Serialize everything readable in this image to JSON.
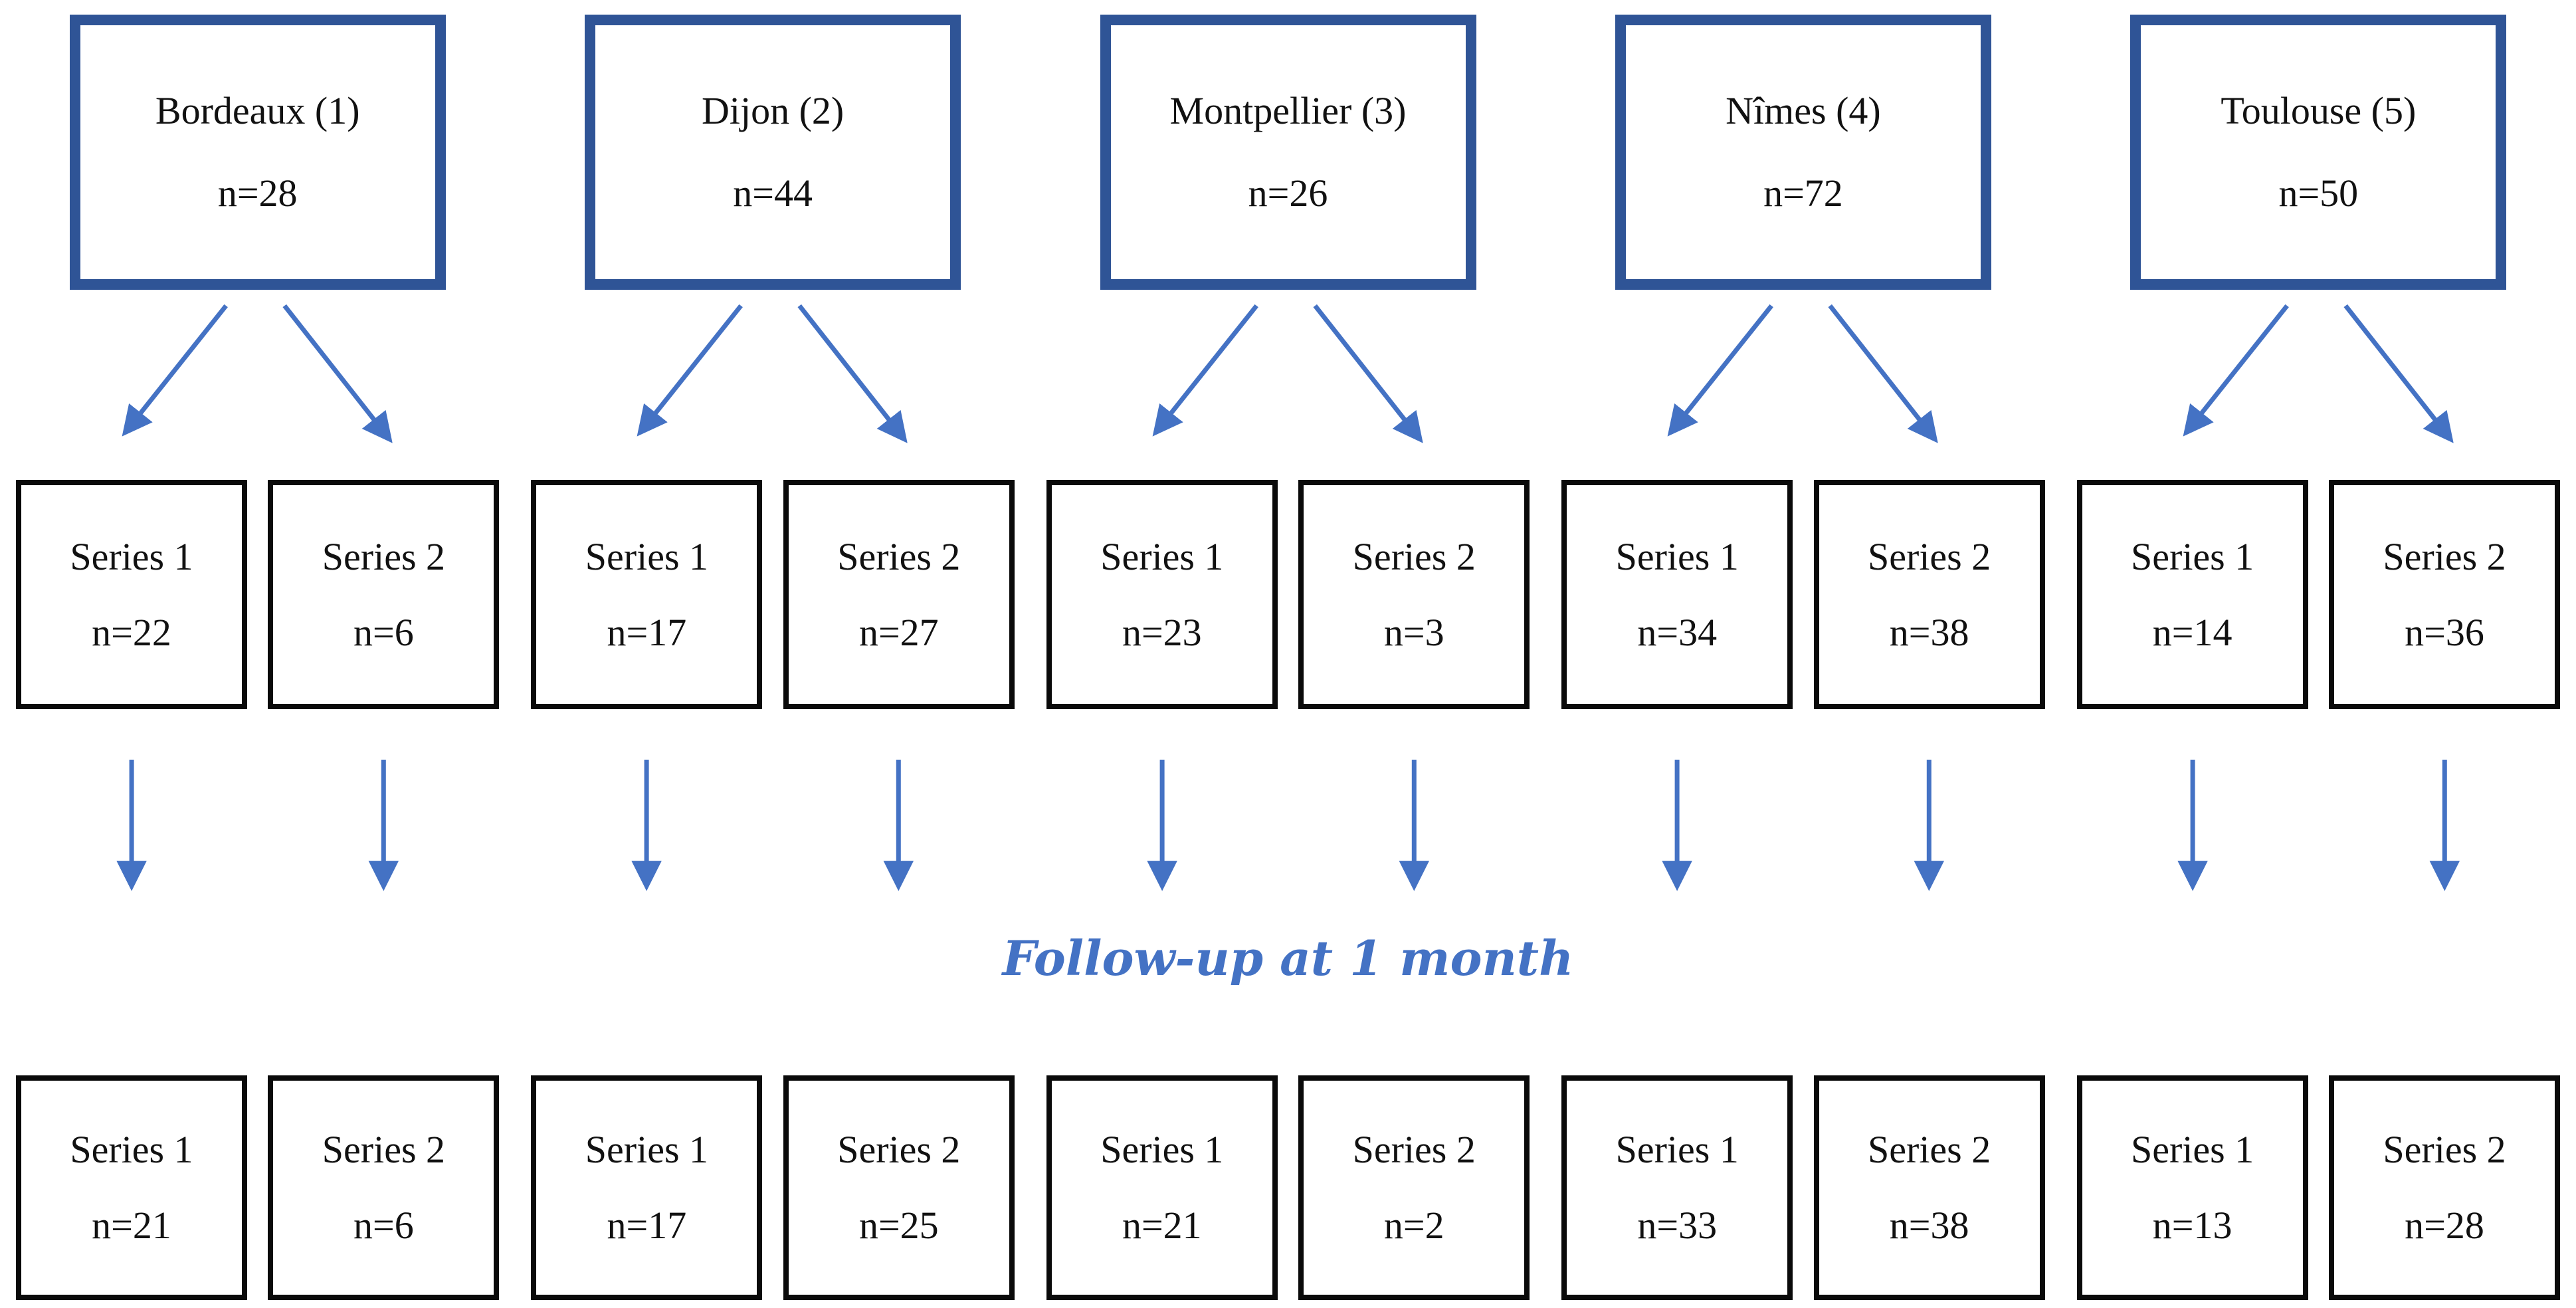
{
  "diagram": {
    "followup_label": "Follow-up at 1 month",
    "centers": [
      {
        "name": "Bordeaux (1)",
        "n": "n=28",
        "series": [
          {
            "label": "Series 1",
            "n": "n=22"
          },
          {
            "label": "Series 2",
            "n": "n=6"
          }
        ],
        "followup": [
          {
            "label": "Series 1",
            "n": "n=21"
          },
          {
            "label": "Series 2",
            "n": "n=6"
          }
        ]
      },
      {
        "name": "Dijon (2)",
        "n": "n=44",
        "series": [
          {
            "label": "Series 1",
            "n": "n=17"
          },
          {
            "label": "Series 2",
            "n": "n=27"
          }
        ],
        "followup": [
          {
            "label": "Series 1",
            "n": "n=17"
          },
          {
            "label": "Series 2",
            "n": "n=25"
          }
        ]
      },
      {
        "name": "Montpellier (3)",
        "n": "n=26",
        "series": [
          {
            "label": "Series 1",
            "n": "n=23"
          },
          {
            "label": "Series 2",
            "n": "n=3"
          }
        ],
        "followup": [
          {
            "label": "Series 1",
            "n": "n=21"
          },
          {
            "label": "Series 2",
            "n": "n=2"
          }
        ]
      },
      {
        "name": "Nîmes (4)",
        "n": "n=72",
        "series": [
          {
            "label": "Series 1",
            "n": "n=34"
          },
          {
            "label": "Series 2",
            "n": "n=38"
          }
        ],
        "followup": [
          {
            "label": "Series 1",
            "n": "n=33"
          },
          {
            "label": "Series 2",
            "n": "n=38"
          }
        ]
      },
      {
        "name": "Toulouse (5)",
        "n": "n=50",
        "series": [
          {
            "label": "Series 1",
            "n": "n=14"
          },
          {
            "label": "Series 2",
            "n": "n=36"
          }
        ],
        "followup": [
          {
            "label": "Series 1",
            "n": "n=13"
          },
          {
            "label": "Series 2",
            "n": "n=28"
          }
        ]
      }
    ]
  },
  "styles": {
    "city_border_color": "#2F5496",
    "series_border_color": "#0a0a0a",
    "arrow_color": "#4472C4",
    "followup_color": "#4472C4",
    "text_color": "#111111",
    "background_color": "#ffffff"
  }
}
